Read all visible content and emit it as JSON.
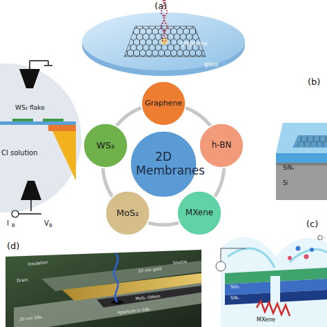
{
  "diagram": {
    "nodes": [
      {
        "text": [
          "2D Membranes"
        ]
      },
      {
        "text": [
          "Graphene"
        ]
      },
      {
        "text": [
          "h-BN"
        ]
      },
      {
        "text": [
          "MXene"
        ]
      },
      {
        "text": [
          "MoS₂"
        ]
      },
      {
        "text": [
          "WS₂"
        ]
      }
    ],
    "edges": [
      {
        "from": 1,
        "to": 2,
        "arrow": "none"
      },
      {
        "from": 2,
        "to": 3,
        "arrow": "none"
      },
      {
        "from": 3,
        "to": 4,
        "arrow": "none"
      },
      {
        "from": 4,
        "to": 5,
        "arrow": "none"
      },
      {
        "from": 5,
        "to": 1,
        "arrow": "none"
      }
    ],
    "labels": [
      "(a)",
      "graphene",
      "glass",
      "(b)",
      "SiNₓ",
      "Si",
      "(c)",
      "Cl⁻",
      "MXene",
      "SiO₂",
      "SiNₓ",
      "(d)",
      "Insulation",
      "Drain",
      "Source",
      "20 nm gold",
      "MoS₂ ribbon",
      "Aperture in SiNₓ",
      "20 nm SiNₓ",
      "WS₂ flake",
      "Cl solution",
      "I",
      "B",
      "V",
      "B"
    ]
  }
}
